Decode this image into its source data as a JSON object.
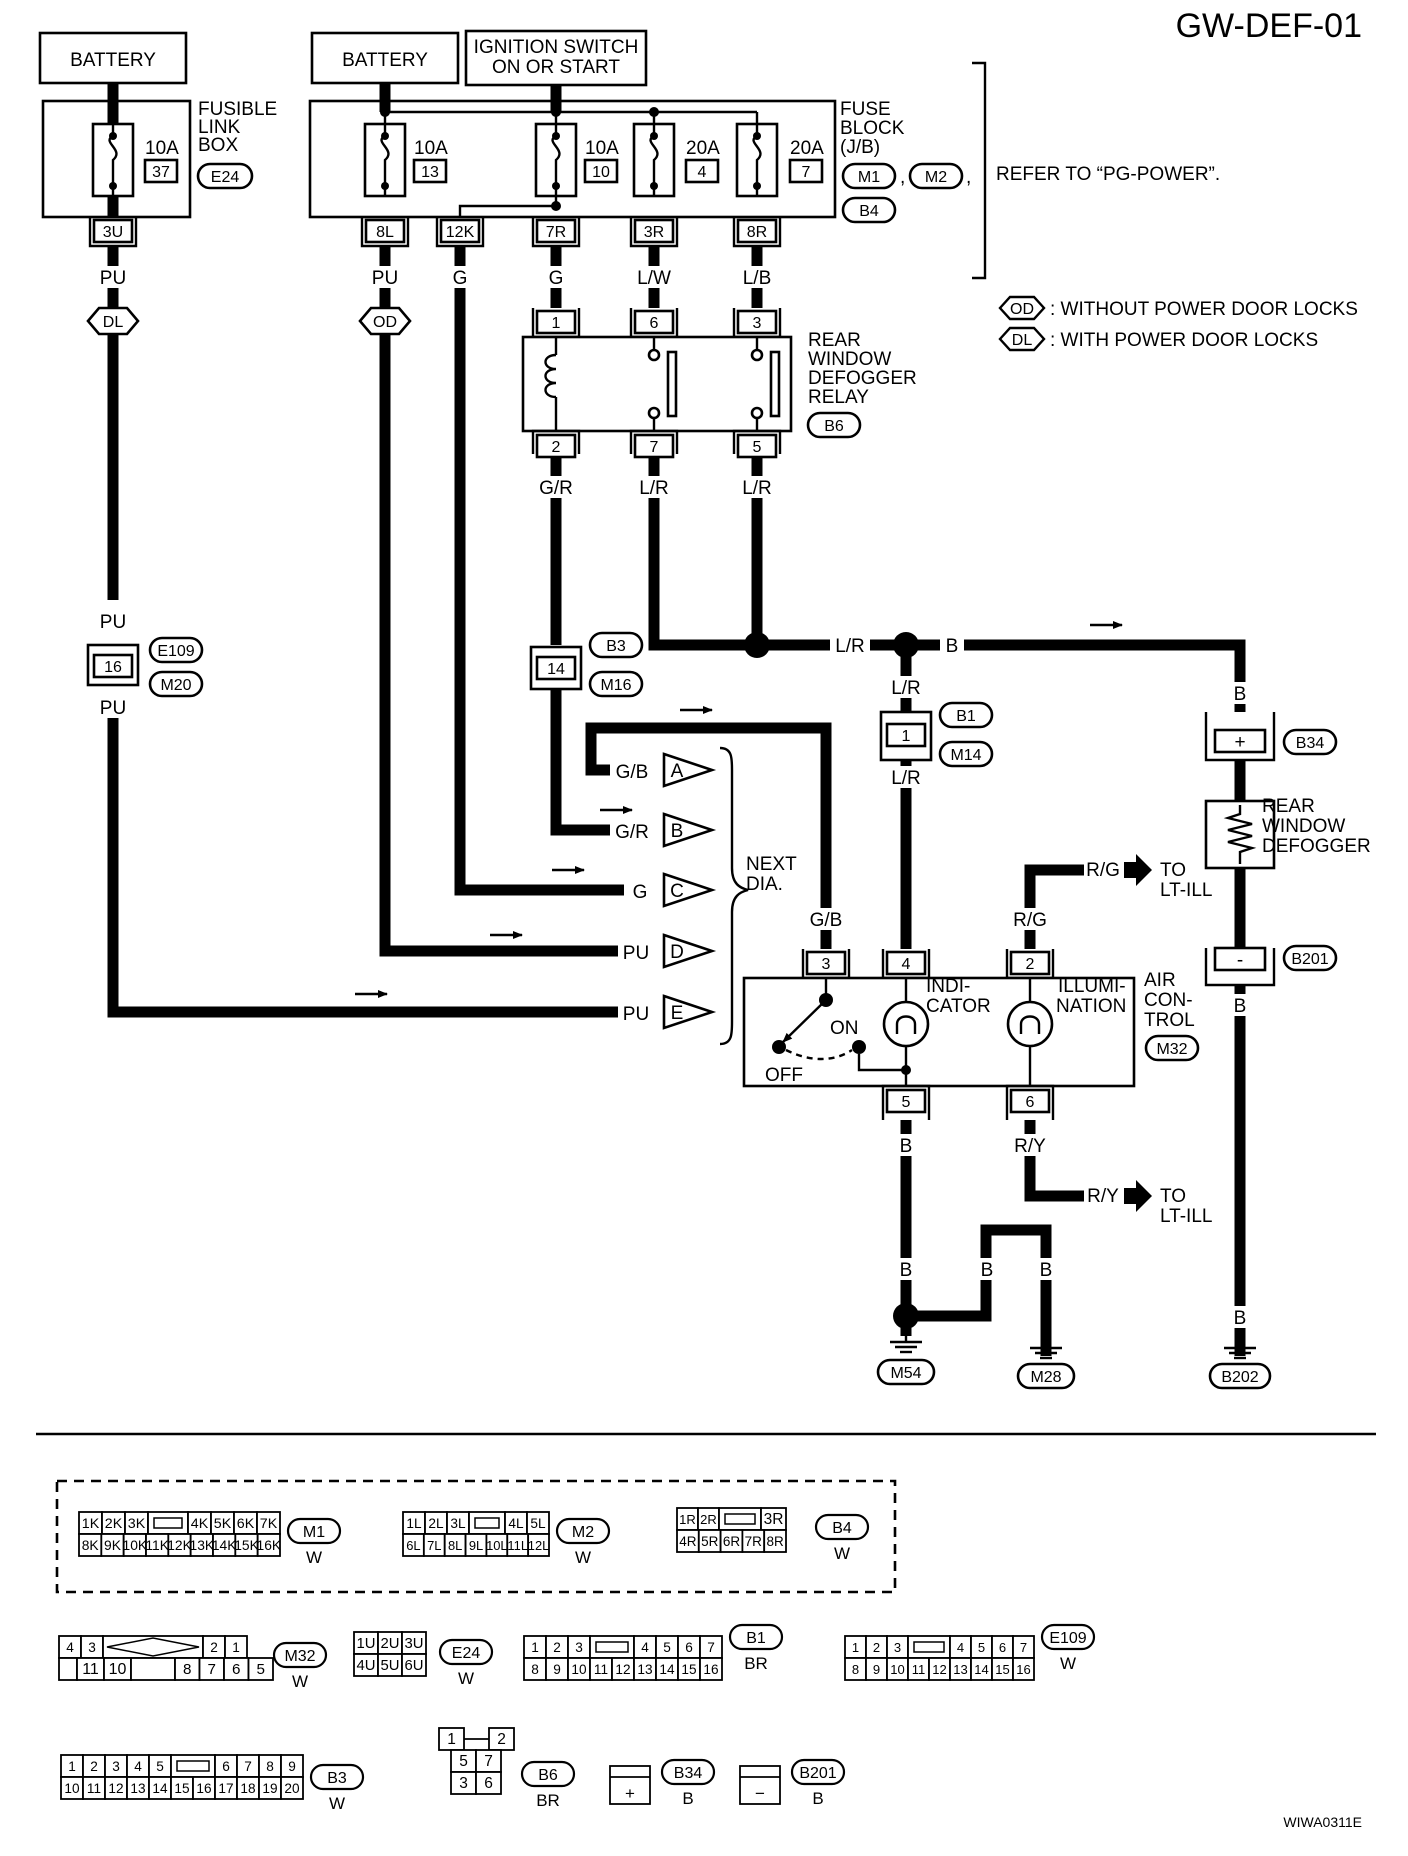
{
  "page_id": "GW-DEF-01",
  "figure_code": "WIWA0311E",
  "sources": {
    "battery_left": "BATTERY",
    "battery_right": "BATTERY",
    "ignition_line1": "IGNITION SWITCH",
    "ignition_line2": "ON OR START"
  },
  "fusible_link_box": {
    "label_lines": [
      "FUSIBLE",
      "LINK",
      "BOX"
    ],
    "connector": "E24",
    "fuse_rating": "10A",
    "fuse_number": "37",
    "terminal": "3U"
  },
  "fuse_block": {
    "label_lines": [
      "FUSE",
      "BLOCK",
      "(J/B)"
    ],
    "connectors": [
      "M1",
      "M2",
      "B4"
    ],
    "sep": ",",
    "refer": "REFER TO “PG-POWER”.",
    "fuses": [
      {
        "rating": "10A",
        "number": "13"
      },
      {
        "rating": "10A",
        "number": "10"
      },
      {
        "rating": "20A",
        "number": "4"
      },
      {
        "rating": "20A",
        "number": "7"
      }
    ],
    "terminals": [
      "8L",
      "12K",
      "7R",
      "3R",
      "8R"
    ]
  },
  "legend": [
    {
      "code": "OD",
      "text": ": WITHOUT POWER DOOR LOCKS"
    },
    {
      "code": "DL",
      "text": ": WITH POWER DOOR LOCKS"
    }
  ],
  "relay": {
    "label_lines": [
      "REAR",
      "WINDOW",
      "DEFOGGER",
      "RELAY"
    ],
    "connector": "B6",
    "pins_top": [
      "1",
      "6",
      "3"
    ],
    "pins_bottom": [
      "2",
      "7",
      "5"
    ]
  },
  "wire_colors": {
    "pu": "PU",
    "g": "G",
    "lw": "L/W",
    "lb": "L/B",
    "gr": "G/R",
    "lr": "L/R",
    "b": "B",
    "gb": "G/B",
    "rg": "R/G",
    "ry": "R/Y"
  },
  "option_codes": {
    "od": "OD",
    "dl": "DL"
  },
  "joint_connectors": {
    "pu": {
      "pin": "16",
      "connectors": [
        "E109",
        "M20"
      ]
    },
    "gr": {
      "pin": "14",
      "connectors": [
        "B3",
        "M16"
      ]
    },
    "lr": {
      "pin": "1",
      "connectors": [
        "B1",
        "M14"
      ]
    }
  },
  "next_diagram": {
    "label_lines": [
      "NEXT",
      "DIA."
    ],
    "outputs": [
      {
        "letter": "A",
        "wire": "G/B"
      },
      {
        "letter": "B",
        "wire": "G/R"
      },
      {
        "letter": "C",
        "wire": "G"
      },
      {
        "letter": "D",
        "wire": "PU"
      },
      {
        "letter": "E",
        "wire": "PU"
      }
    ]
  },
  "defogger": {
    "label_lines": [
      "REAR",
      "WINDOW",
      "DEFOGGER"
    ],
    "plus_connector": "B34",
    "minus_connector": "B201",
    "plus": "+",
    "minus": "-"
  },
  "air_control": {
    "label_lines": [
      "AIR",
      "CON-",
      "TROL"
    ],
    "connector": "M32",
    "pins_top": [
      "3",
      "4",
      "2"
    ],
    "pins_bottom": [
      "5",
      "6"
    ],
    "indicator_lines": [
      "INDI-",
      "CATOR"
    ],
    "illumination_lines": [
      "ILLUMI-",
      "NATION"
    ],
    "on": "ON",
    "off": "OFF"
  },
  "to_lt_ill": {
    "to": "TO",
    "dest": "LT-ILL"
  },
  "grounds": [
    "M54",
    "M28",
    "B202"
  ],
  "connector_views": {
    "M1": {
      "color": "W",
      "row1": [
        "1K",
        "2K",
        "3K",
        "4K",
        "5K",
        "6K",
        "7K"
      ],
      "row2": [
        "8K",
        "9K",
        "10K",
        "11K",
        "12K",
        "13K",
        "14K",
        "15K",
        "16K"
      ]
    },
    "M2": {
      "color": "W",
      "row1": [
        "1L",
        "2L",
        "3L",
        "4L",
        "5L"
      ],
      "row2": [
        "6L",
        "7L",
        "8L",
        "9L",
        "10L",
        "11L",
        "12L"
      ]
    },
    "B4": {
      "color": "W",
      "row1": [
        "1R",
        "2R",
        "3R"
      ],
      "row2": [
        "4R",
        "5R",
        "6R",
        "7R",
        "8R"
      ]
    },
    "M32": {
      "color": "W",
      "row1": [
        "4",
        "3",
        "2",
        "1"
      ],
      "row2": [
        "11",
        "10",
        "8",
        "7",
        "6",
        "5"
      ]
    },
    "E24": {
      "color": "W",
      "row1": [
        "1U",
        "2U",
        "3U"
      ],
      "row2": [
        "4U",
        "5U",
        "6U"
      ]
    },
    "B1": {
      "color": "BR",
      "row1": [
        "1",
        "2",
        "3",
        "4",
        "5",
        "6",
        "7"
      ],
      "row2": [
        "8",
        "9",
        "10",
        "11",
        "12",
        "13",
        "14",
        "15",
        "16"
      ]
    },
    "E109": {
      "color": "W",
      "row1": [
        "1",
        "2",
        "3",
        "4",
        "5",
        "6",
        "7"
      ],
      "row2": [
        "8",
        "9",
        "10",
        "11",
        "12",
        "13",
        "14",
        "15",
        "16"
      ]
    },
    "B3": {
      "color": "W",
      "row1": [
        "1",
        "2",
        "3",
        "4",
        "5",
        "6",
        "7",
        "8",
        "9"
      ],
      "row2": [
        "10",
        "11",
        "12",
        "13",
        "14",
        "15",
        "16",
        "17",
        "18",
        "19",
        "20"
      ]
    },
    "B6": {
      "color": "BR",
      "row1": [
        "1",
        "2"
      ],
      "row2": [
        "5",
        "7",
        "3",
        "6"
      ]
    },
    "B34": {
      "color": "B",
      "sym": "+"
    },
    "B201": {
      "color": "B",
      "sym": "−"
    }
  }
}
